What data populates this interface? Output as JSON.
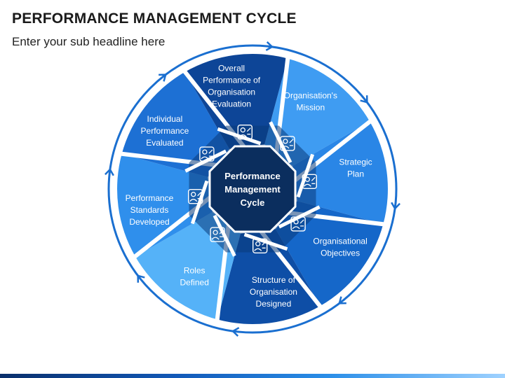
{
  "header": {
    "title": "PERFORMANCE MANAGEMENT CYCLE",
    "subtitle": "Enter your sub headline here"
  },
  "center": {
    "lines": [
      "Performance",
      "Management",
      "Cycle"
    ]
  },
  "segments": [
    {
      "lines": [
        "Organisation's",
        "Mission"
      ],
      "color": "#3f9cf2",
      "icon": "globe-team-icon"
    },
    {
      "lines": [
        "Strategic",
        "Plan"
      ],
      "color": "#2a86e6",
      "icon": "strategy-document-icon"
    },
    {
      "lines": [
        "Organisational",
        "Objectives"
      ],
      "color": "#1567c9",
      "icon": "goal-team-icon"
    },
    {
      "lines": [
        "Structure of",
        "Organisation",
        "Designed"
      ],
      "color": "#0e4ea6",
      "icon": "target-coins-icon"
    },
    {
      "lines": [
        "Roles",
        "Defined"
      ],
      "color": "#55b2f8",
      "icon": "roles-badge-icon"
    },
    {
      "lines": [
        "Performance",
        "Standards",
        "Developed"
      ],
      "color": "#2f8fec",
      "icon": "team-standards-icon"
    },
    {
      "lines": [
        "Individual",
        "Performance",
        "Evaluated"
      ],
      "color": "#1d70d4",
      "icon": "individual-review-icon"
    },
    {
      "lines": [
        "Overall",
        "Performance of",
        "Organisation",
        "Evaluation"
      ],
      "color": "#0d4597",
      "icon": "presentation-icon"
    }
  ],
  "colors": {
    "ring_outer": "#1a6fd0",
    "center_fill": "#0b2e5e",
    "hexagon_fill": "#0a3a7a",
    "footer_start": "#0a2f6b",
    "footer_end": "#9fd2ff"
  }
}
